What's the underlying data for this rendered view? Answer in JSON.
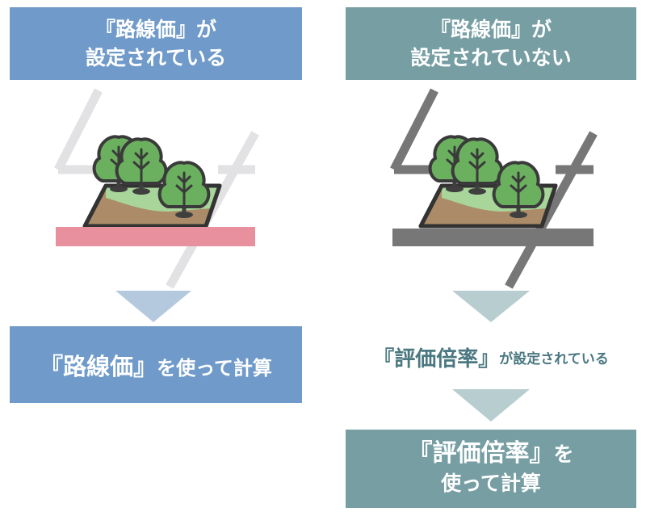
{
  "left": {
    "header_line1": "『路線価』が",
    "header_line2": "設定されている",
    "result_part1": "『路線価』",
    "result_part2": "を使って計算",
    "road_color": "#e8909e",
    "accent": "#6f9ac9"
  },
  "right": {
    "header_line1": "『路線価』が",
    "header_line2": "設定されていない",
    "condition_part1": "『評価倍率』",
    "condition_part2": "が設定されている",
    "result_part1": "『評価倍率』",
    "result_part2": "を",
    "result_line2": "使って計算",
    "road_color": "#777777",
    "accent": "#769ea3"
  }
}
